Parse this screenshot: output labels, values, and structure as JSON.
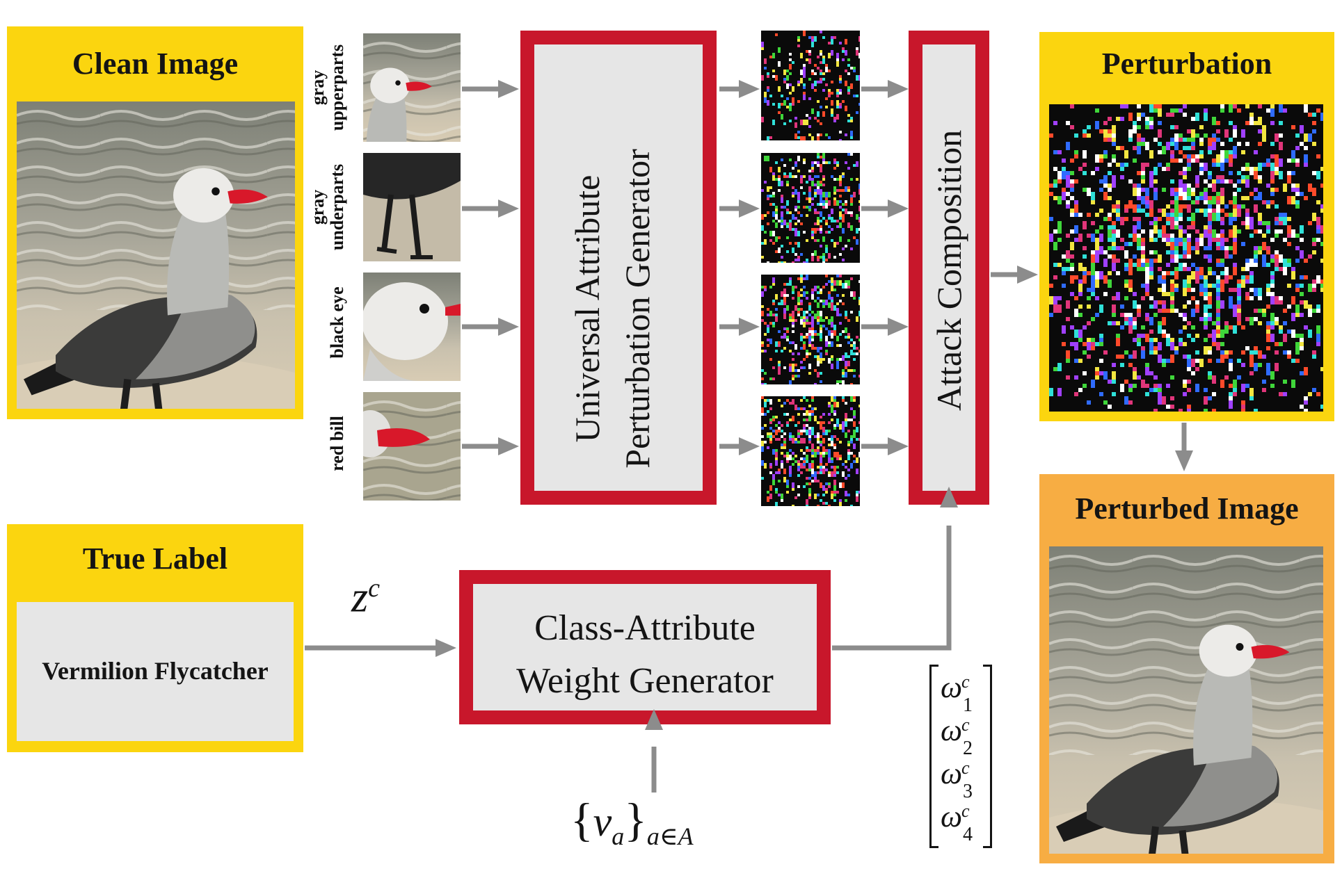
{
  "clean_image": {
    "title": "Clean Image"
  },
  "attributes": [
    {
      "line1": "gray",
      "line2": "upperparts"
    },
    {
      "line1": "gray",
      "line2": "underparts"
    },
    {
      "line1": "",
      "line2": "black eye"
    },
    {
      "line1": "",
      "line2": "red bill"
    }
  ],
  "generator": {
    "line1": "Universal Attribute",
    "line2": "Perturbation Generator"
  },
  "composition": {
    "label": "Attack Composition"
  },
  "perturbation": {
    "title": "Perturbation"
  },
  "perturbed_image": {
    "title": "Perturbed Image"
  },
  "true_label": {
    "title": "True Label",
    "value": "Vermilion Flycatcher"
  },
  "weight_generator": {
    "line1": "Class-Attribute",
    "line2": "Weight Generator"
  },
  "math": {
    "zc_base": "z",
    "zc_sup": "c",
    "va_open": "{",
    "va_v": "v",
    "va_sub": "a",
    "va_close": "}",
    "va_set": "a∈A",
    "omega": [
      {
        "base": "ω",
        "sup": "c",
        "sub": "1"
      },
      {
        "base": "ω",
        "sup": "c",
        "sub": "2"
      },
      {
        "base": "ω",
        "sup": "c",
        "sub": "3"
      },
      {
        "base": "ω",
        "sup": "c",
        "sub": "4"
      }
    ]
  },
  "colors": {
    "yellow": "#fbd50f",
    "orange": "#f7ad43",
    "red_border": "#c8172b",
    "box_gray": "#e6e6e6",
    "arrow_gray": "#8c8c8c"
  }
}
